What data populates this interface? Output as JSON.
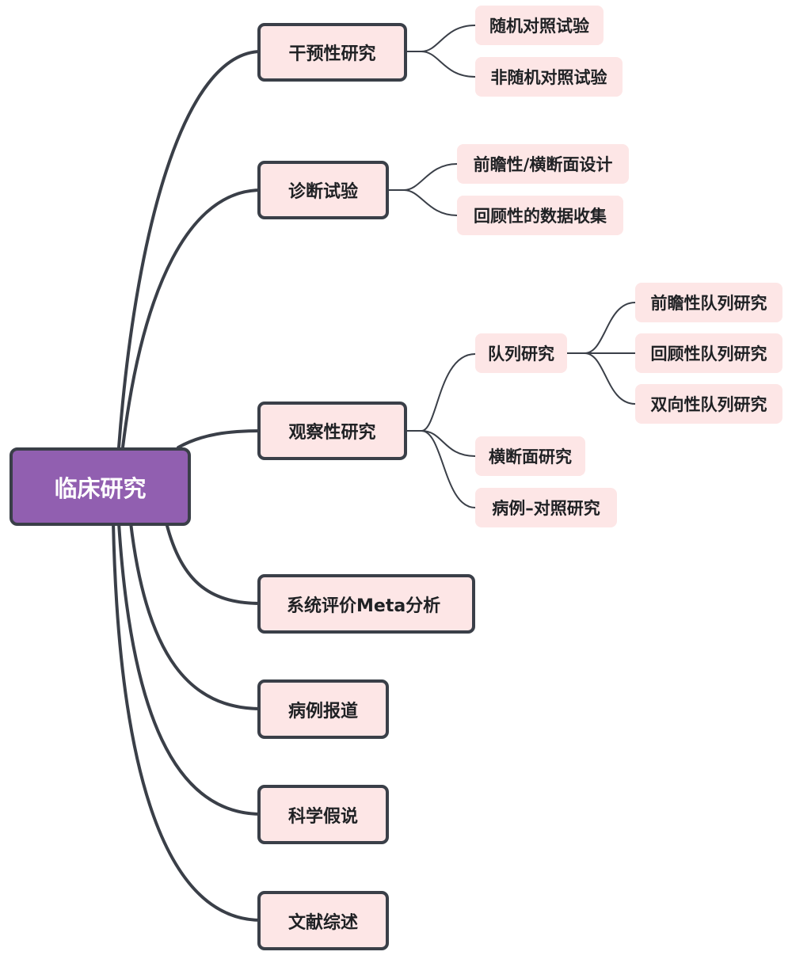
{
  "root": {
    "label": "临床研究"
  },
  "branches": [
    {
      "label": "干预性研究",
      "children": [
        "随机对照试验",
        "非随机对照试验"
      ]
    },
    {
      "label": "诊断试验",
      "children": [
        "前瞻性/横断面设计",
        "回顾性的数据收集"
      ]
    },
    {
      "label": "观察性研究",
      "children": [
        {
          "label": "队列研究",
          "children": [
            "前瞻性队列研究",
            "回顾性队列研究",
            "双向性队列研究"
          ]
        },
        {
          "label": "横断面研究"
        },
        {
          "label": "病例–对照研究"
        }
      ]
    },
    {
      "label": "系统评价Meta分析"
    },
    {
      "label": "病例报道"
    },
    {
      "label": "科学假说"
    },
    {
      "label": "文献综述"
    }
  ],
  "colors": {
    "root_fill": "#915fb0",
    "node_fill": "#fde6e6",
    "border": "#3a3f48",
    "connector": "#3a3f48"
  }
}
